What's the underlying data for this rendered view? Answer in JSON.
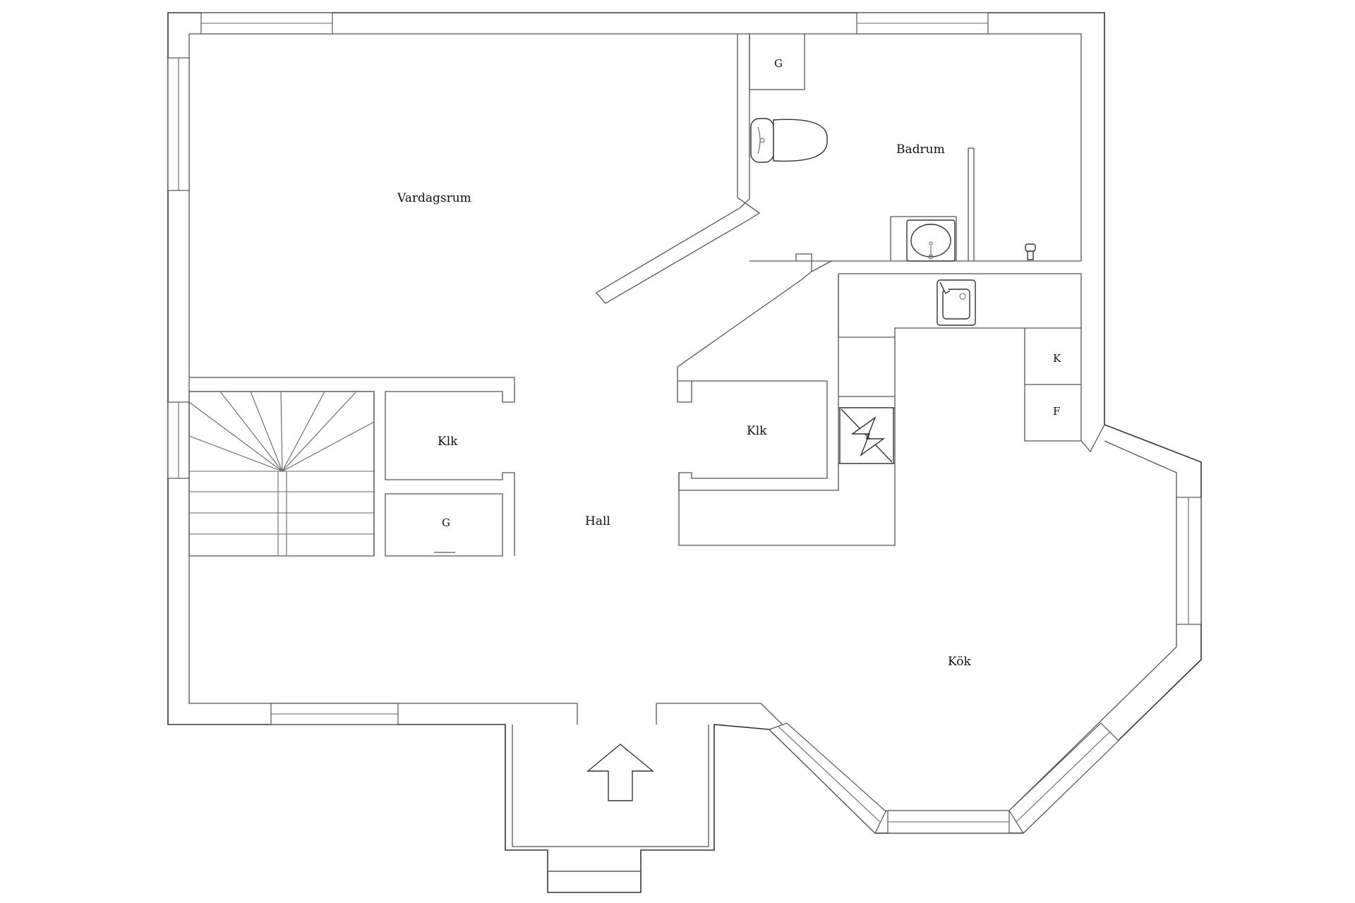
{
  "rooms": {
    "vardagsrum": "Vardagsrum",
    "badrum": "Badrum",
    "hall": "Hall",
    "kok": "Kök",
    "klk_left": "Klk",
    "klk_right": "Klk",
    "g_storage_left": "G",
    "g_storage_bath": "G",
    "k_cabinet": "K",
    "f_cabinet": "F"
  },
  "colors": {
    "wall": "#333333",
    "background": "#ffffff"
  },
  "icons": [
    "toilet-icon",
    "sink-icon",
    "kitchen-sink-icon",
    "stove-icon",
    "entrance-arrow-icon",
    "faucet-icon"
  ]
}
